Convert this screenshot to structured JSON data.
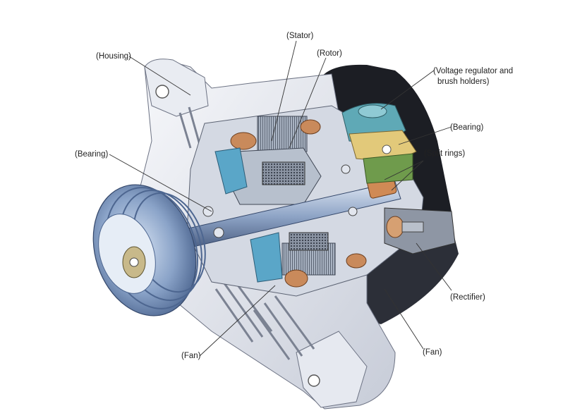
{
  "labels": {
    "stator": "(Stator)",
    "rotor": "(Rotor)",
    "housing": "(Housing)",
    "voltage_regulator_line1": "(Voltage regulator and",
    "voltage_regulator_line2": "brush holders)",
    "bearing_right": "(Bearing)",
    "bearing_left": "(Bearing)",
    "split_rings": "(Split rings)",
    "rectifier": "(Rectifier)",
    "fan_left": "(Fan)",
    "fan_right": "(Fan)"
  },
  "colors": {
    "housing": "#eef0f5",
    "housing_shade": "#c9cdd8",
    "pulley": "#9fb6d6",
    "pulley_dark": "#5e7aa6",
    "shaft": "#b8c6dc",
    "winding": "#c98a5b",
    "stator_core": "#7d8796",
    "regulator": "#5fa9b6",
    "brush_holder": "#e2c97a",
    "green_part": "#6f9b4c",
    "split_ring": "#d08a55",
    "dark_cover": "#1c1e24",
    "fan_shroud": "#2c2f38"
  }
}
